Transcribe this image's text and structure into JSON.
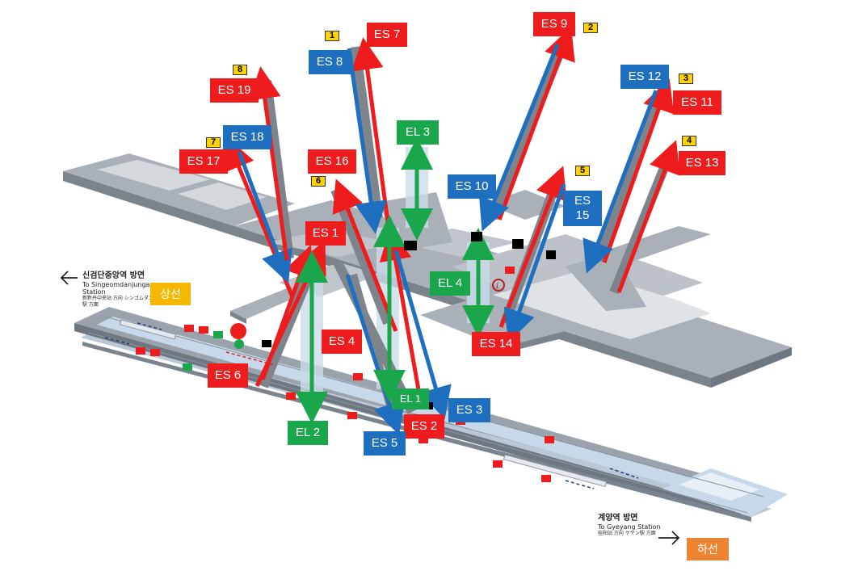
{
  "colors": {
    "escalator_up": "#ee1c1c",
    "escalator_down": "#1e6fbf",
    "elevator": "#1aa64a",
    "exit_badge": "#ffd200",
    "up_line_tag": "#f5b800",
    "down_line_tag": "#ee8533"
  },
  "directions": {
    "up_line": {
      "tag": "상선",
      "heading_ko": "신검단중앙역 방면",
      "heading_en": "To Singeomdanjungang Station",
      "heading_cn_jp": "新黔丹中央站 方向  シンゴムダンジュンアン駅 方面"
    },
    "down_line": {
      "tag": "하선",
      "heading_ko": "계양역 방면",
      "heading_en": "To Gyeyang Station",
      "heading_cn_jp": "桂阳站 方向  ケヤン駅 方面"
    }
  },
  "exits": [
    "1",
    "2",
    "3",
    "4",
    "5",
    "6",
    "7",
    "8"
  ],
  "escalators": [
    {
      "id": "ES 1",
      "color": "red"
    },
    {
      "id": "ES 2",
      "color": "red"
    },
    {
      "id": "ES 3",
      "color": "blue"
    },
    {
      "id": "ES 4",
      "color": "red"
    },
    {
      "id": "ES 5",
      "color": "blue"
    },
    {
      "id": "ES 6",
      "color": "red"
    },
    {
      "id": "ES 7",
      "color": "red"
    },
    {
      "id": "ES 8",
      "color": "blue"
    },
    {
      "id": "ES 9",
      "color": "red"
    },
    {
      "id": "ES 10",
      "color": "blue"
    },
    {
      "id": "ES 11",
      "color": "red"
    },
    {
      "id": "ES 12",
      "color": "blue"
    },
    {
      "id": "ES 13",
      "color": "red"
    },
    {
      "id": "ES 14",
      "color": "red"
    },
    {
      "id": "ES 15",
      "color": "blue"
    },
    {
      "id": "ES 16",
      "color": "red"
    },
    {
      "id": "ES 17",
      "color": "red"
    },
    {
      "id": "ES 18",
      "color": "blue"
    },
    {
      "id": "ES 19",
      "color": "red"
    }
  ],
  "elevators": [
    {
      "id": "EL 1"
    },
    {
      "id": "EL 2"
    },
    {
      "id": "EL 3"
    },
    {
      "id": "EL 4"
    }
  ],
  "icons": [
    "restroom-icon",
    "information-icon",
    "toilet-icon",
    "fire-extinguisher-icon",
    "emergency-exit-icon",
    "wheelchair-icon",
    "elevator-sign-icon",
    "gate-icon"
  ]
}
